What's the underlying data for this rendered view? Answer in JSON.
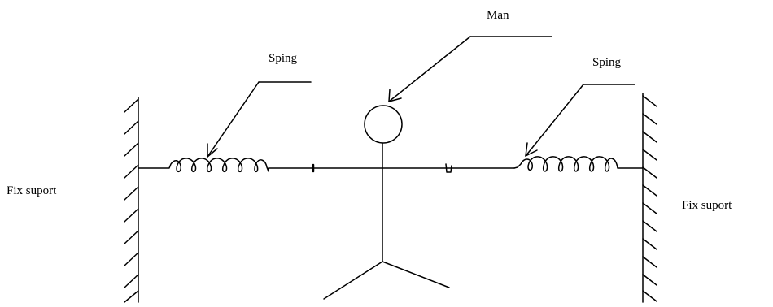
{
  "labels": {
    "man": "Man",
    "spring_left": "Sping",
    "spring_right": "Sping",
    "support_left": "Fix suport",
    "support_right": "Fix suport"
  },
  "colors": {
    "ink": "#000000",
    "background": "#ffffff"
  }
}
